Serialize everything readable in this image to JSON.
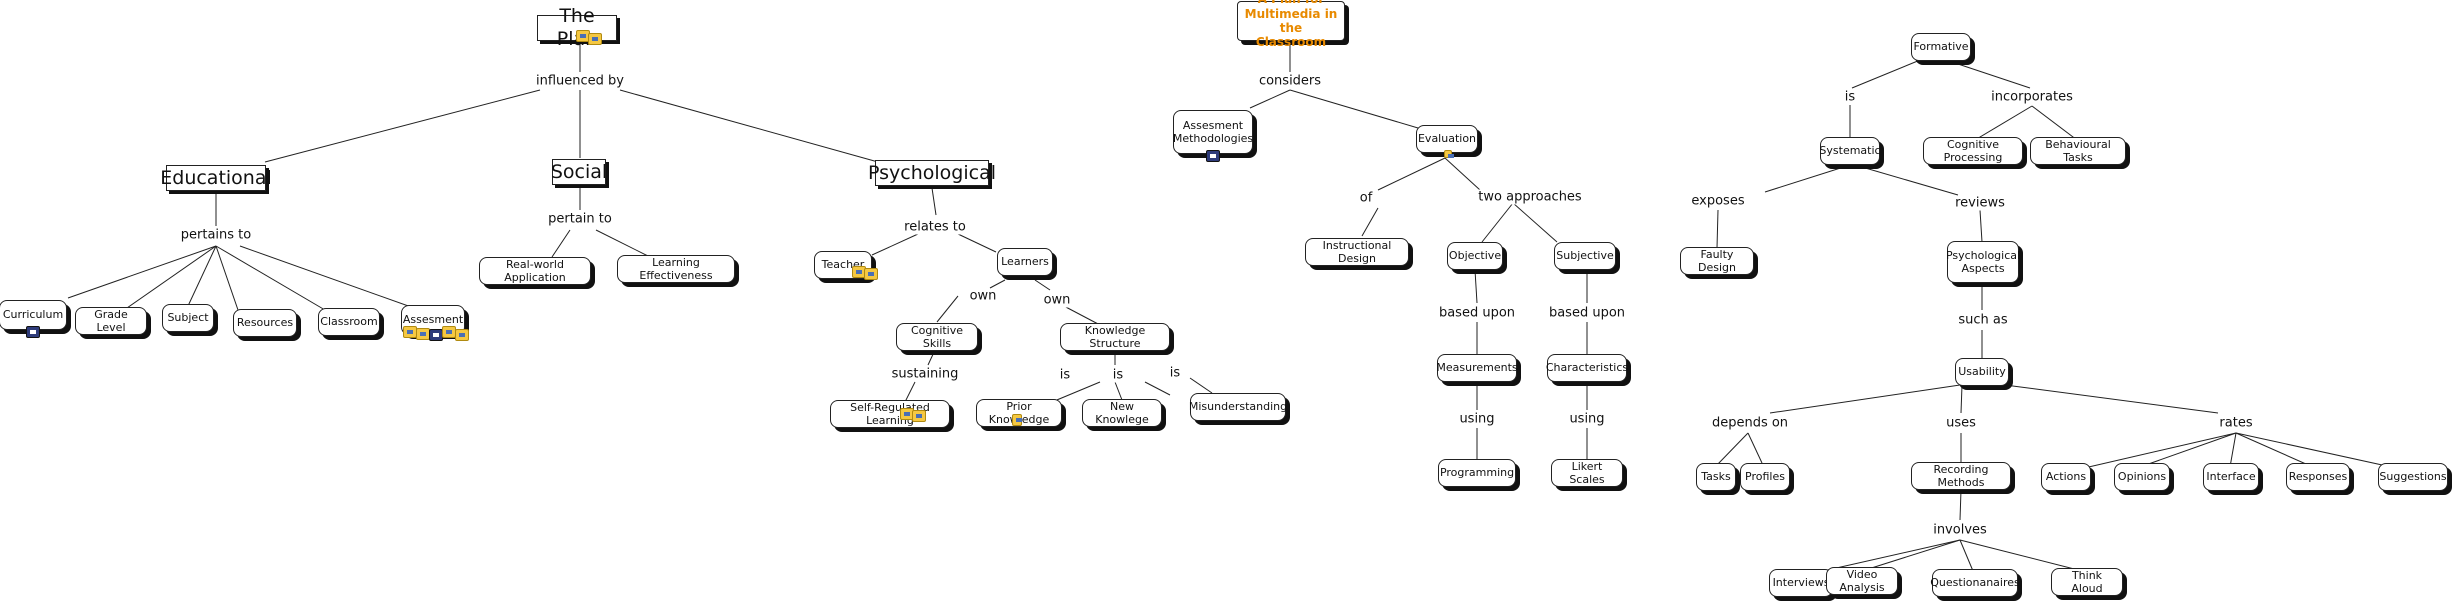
{
  "nodes": {
    "the_plan": "The Plan",
    "educational": "Educational",
    "social": "Social",
    "psychological": "Psychological",
    "curriculum": "Curriculum",
    "grade_level": "Grade Level",
    "subject": "Subject",
    "resources": "Resources",
    "classroom": "Classroom",
    "assesment": "Assesment",
    "real_world": "Real-world Application",
    "learning_eff": "Learning Effectiveness",
    "teacher": "Teacher",
    "learners": "Learners",
    "cognitive_skills": "Cognitive Skills",
    "knowledge_structure": "Knowledge Structure",
    "self_regulated": "Self-Regulated Learning",
    "prior_knowledge": "Prior Knowledge",
    "new_knowledge": "New Knowlege",
    "misunderstanding": "Misunderstanding",
    "multimedia_plan": "A Plan for Multimedia in the Classroom",
    "assessment_methods": "Assesment Methodologies",
    "evaluation": "Evaluation",
    "instructional_design": "Instructional Design",
    "objective": "Objective",
    "subjective": "Subjective",
    "measurements": "Measurements",
    "characteristics": "Characteristics",
    "programming": "Programming",
    "likert": "Likert Scales",
    "formative": "Formative",
    "systematic": "Systematic",
    "cognitive_processing": "Cognitive Processing",
    "behavioural_tasks": "Behavioural Tasks",
    "faulty_design": "Faulty Design",
    "psych_aspects": "Psychological Aspects",
    "usability": "Usability",
    "tasks": "Tasks",
    "profiles": "Profiles",
    "recording_methods": "Recording Methods",
    "actions": "Actions",
    "opinions": "Opinions",
    "interface": "Interface",
    "responses": "Responses",
    "suggestions": "Suggestions",
    "interviews": "Interviews",
    "video_analysis": "Video Analysis",
    "questionnaires": "Questionanaires",
    "think_aloud": "Think Aloud"
  },
  "links": {
    "influenced_by": "influenced by",
    "pertains_to": "pertains to",
    "pertain_to": "pertain to",
    "relates_to": "relates to",
    "own_1": "own",
    "own_2": "own",
    "sustaining": "sustaining",
    "is_1": "is",
    "is_2": "is",
    "is_3": "is",
    "considers": "considers",
    "of": "of",
    "two_approaches": "two approaches",
    "based_upon_1": "based upon",
    "based_upon_2": "based upon",
    "using_1": "using",
    "using_2": "using",
    "is_4": "is",
    "incorporates": "incorporates",
    "exposes": "exposes",
    "reviews": "reviews",
    "such_as": "such as",
    "depends_on": "depends on",
    "uses": "uses",
    "rates": "rates",
    "involves": "involves"
  }
}
